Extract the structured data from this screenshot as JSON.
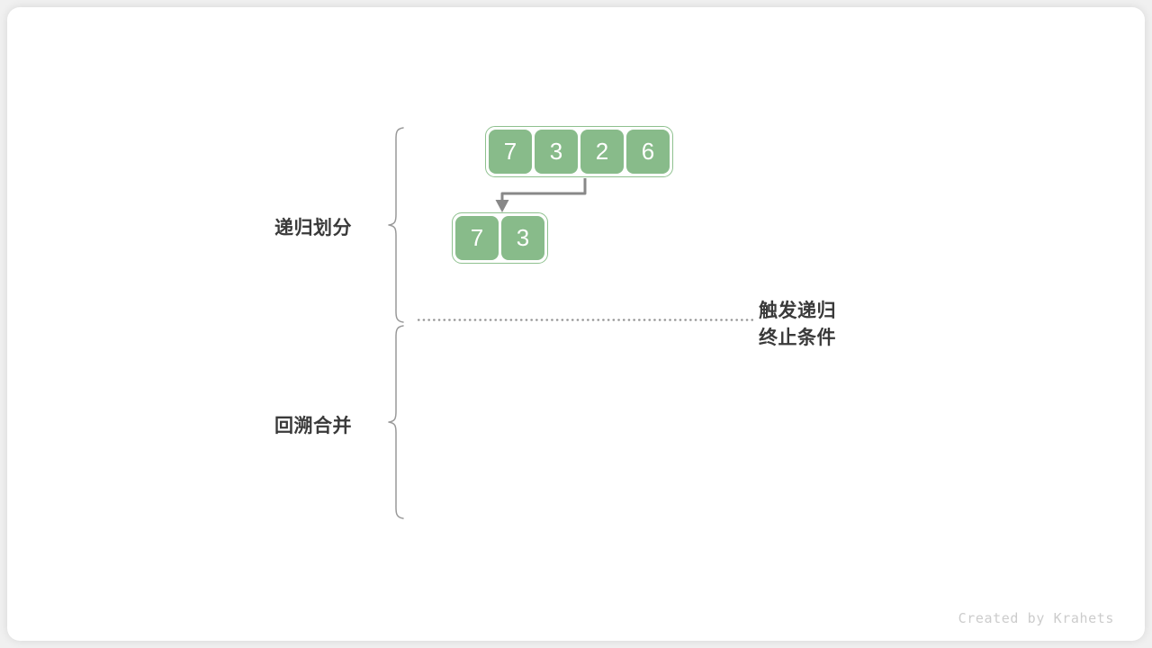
{
  "figure": {
    "phases": [
      {
        "id": "divide",
        "label": "递归划分"
      },
      {
        "id": "merge",
        "label": "回溯合并"
      }
    ],
    "annotation": {
      "line1": "触发递归",
      "line2": "终止条件"
    },
    "arrays": [
      {
        "id": "top",
        "values": [
          "7",
          "3",
          "2",
          "6"
        ]
      },
      {
        "id": "bottom",
        "values": [
          "7",
          "3"
        ]
      }
    ],
    "watermark": "Created by Krahets",
    "colors": {
      "cell_fill": "#88bb8a",
      "cell_border": "#8fc18f",
      "cell_text": "#ffffff",
      "label_text": "#3a3a3a",
      "brace_stroke": "#999999",
      "arrow_stroke": "#888888",
      "divider": "#909090",
      "card_background": "#ffffff",
      "page_background": "#f0f0f0",
      "watermark_text": "#cccccc"
    }
  }
}
